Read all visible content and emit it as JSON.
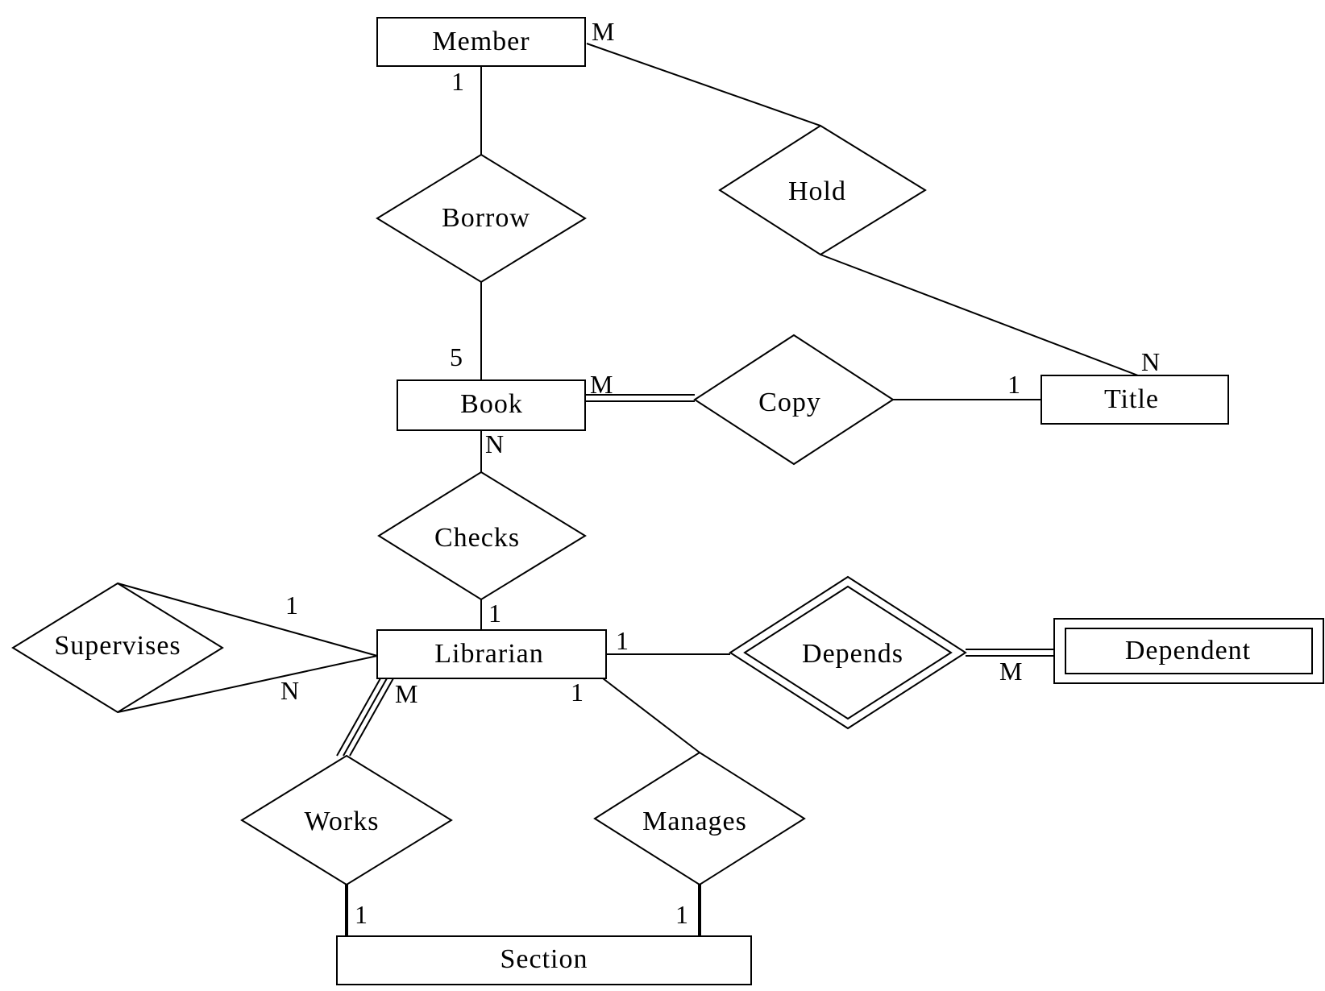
{
  "entities": {
    "member": "Member",
    "book": "Book",
    "title": "Title",
    "librarian": "Librarian",
    "dependent": "Dependent",
    "section": "Section"
  },
  "relationships": {
    "borrow": "Borrow",
    "hold": "Hold",
    "copy": "Copy",
    "checks": "Checks",
    "supervises": "Supervises",
    "depends": "Depends",
    "works": "Works",
    "manages": "Manages"
  },
  "cardinalities": {
    "member_hold": "M",
    "member_borrow": "1",
    "book_borrow": "5",
    "book_copy": "M",
    "title_copy": "1",
    "title_hold": "N",
    "book_checks": "N",
    "librarian_checks": "1",
    "supervises_top": "1",
    "supervises_bottom": "N",
    "librarian_depends": "1",
    "dependent_depends": "M",
    "librarian_works": "M",
    "librarian_manages": "1",
    "section_works": "1",
    "section_manages": "1"
  }
}
